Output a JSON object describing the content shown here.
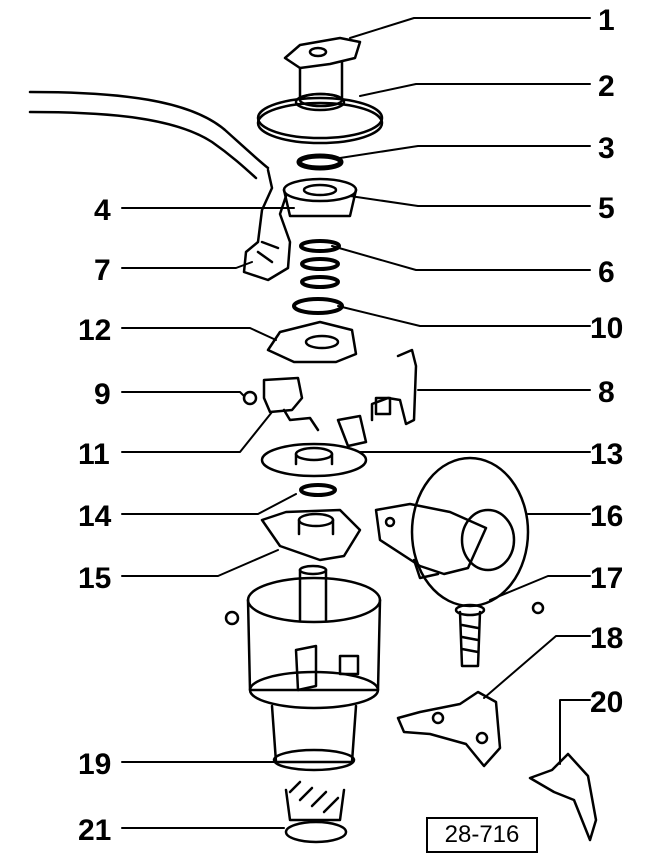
{
  "callouts": {
    "c1": "1",
    "c2": "2",
    "c3": "3",
    "c4": "4",
    "c5": "5",
    "c6": "6",
    "c7": "7",
    "c8": "8",
    "c9": "9",
    "c10": "10",
    "c11": "11",
    "c12": "12",
    "c13": "13",
    "c14": "14",
    "c15": "15",
    "c16": "16",
    "c17": "17",
    "c18": "18",
    "c19": "19",
    "c20": "20",
    "c21": "21"
  },
  "reference_number": "28-716"
}
